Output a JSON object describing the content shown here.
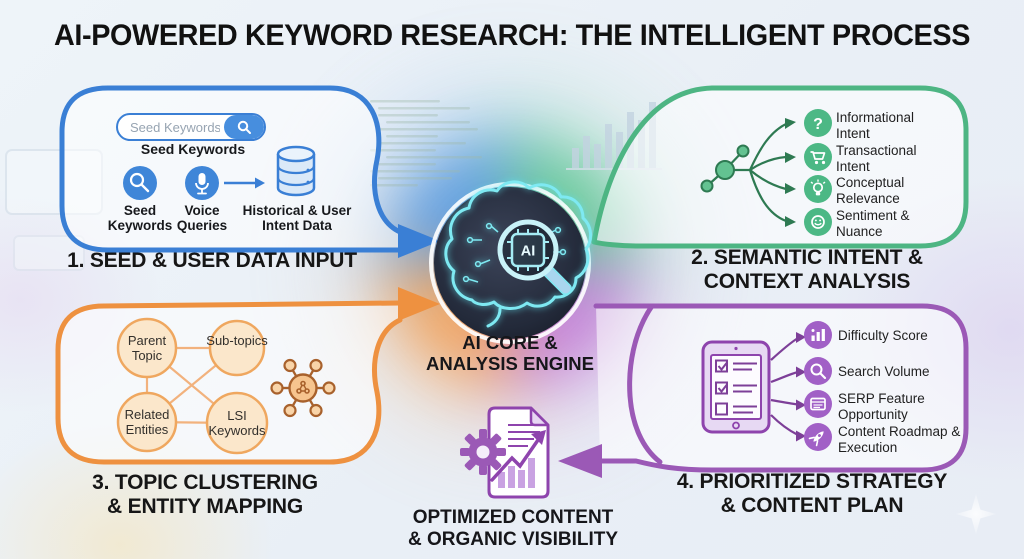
{
  "title": "AI-POWERED KEYWORD RESEARCH: THE INTELLIGENT PROCESS",
  "colors": {
    "blue": "#3a7fd5",
    "green": "#4db583",
    "orange": "#ee9140",
    "purple": "#9b59b6"
  },
  "center": {
    "label_line1": "AI CORE &",
    "label_line2": "ANALYSIS ENGINE",
    "chip_label": "AI"
  },
  "output": {
    "label_line1": "OPTIMIZED CONTENT",
    "label_line2": "& ORGANIC VISIBILITY"
  },
  "panels": {
    "seed_input": {
      "step_label": "1. SEED & USER DATA INPUT",
      "search_placeholder": "Seed Keywords",
      "search_caption": "Seed Keywords",
      "items": [
        {
          "icon": "magnifier-icon",
          "label": "Seed Keywords"
        },
        {
          "icon": "microphone-icon",
          "label": "Voice Queries"
        },
        {
          "icon": "database-icon",
          "label": "Historical & User Intent Data"
        }
      ]
    },
    "semantic": {
      "step_label_line1": "2. SEMANTIC INTENT &",
      "step_label_line2": "CONTEXT ANALYSIS",
      "items": [
        {
          "icon": "question-icon",
          "label": "Informational Intent"
        },
        {
          "icon": "cart-icon",
          "label": "Transactional Intent"
        },
        {
          "icon": "lightbulb-icon",
          "label": "Conceptual Relevance"
        },
        {
          "icon": "smiley-icon",
          "label": "Sentiment & Nuance"
        }
      ]
    },
    "clustering": {
      "step_label_line1": "3. TOPIC CLUSTERING",
      "step_label_line2": "& ENTITY MAPPING",
      "bubbles": [
        {
          "label": "Parent Topic"
        },
        {
          "label": "Sub-topics"
        },
        {
          "label": "Related Entities"
        },
        {
          "label": "LSI Keywords"
        }
      ]
    },
    "strategy": {
      "step_label_line1": "4. PRIORITIZED STRATEGY",
      "step_label_line2": "& CONTENT PLAN",
      "items": [
        {
          "icon": "difficulty-bars-icon",
          "label": "Difficulty Score"
        },
        {
          "icon": "magnifier-icon",
          "label": "Search Volume"
        },
        {
          "icon": "serp-window-icon",
          "label": "SERP Feature Opportunity"
        },
        {
          "icon": "rocket-icon",
          "label": "Content Roadmap & Execution"
        }
      ]
    }
  }
}
